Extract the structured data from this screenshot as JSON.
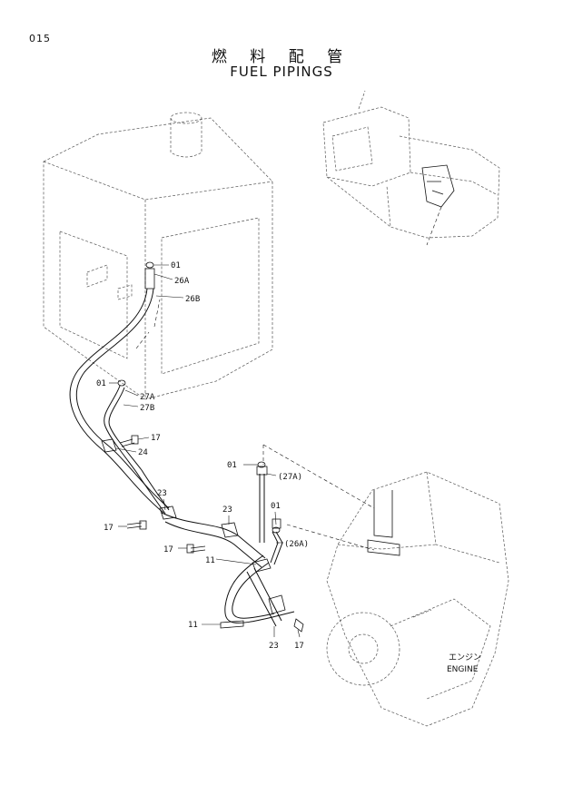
{
  "page_number": "015",
  "title_jp": "燃 料 配 管",
  "title_en": "FUEL PIPINGS",
  "engine_label_jp": "エンジン",
  "engine_label_en": "ENGINE",
  "callouts": {
    "c01a": "01",
    "c26a_top": "26A",
    "c26b": "26B",
    "c01b": "01",
    "c27a_left": "27A",
    "c27b": "27B",
    "c17a": "17",
    "c24": "24",
    "c01c": "01",
    "c27a_paren": "(27A)",
    "c23a": "23",
    "c23b": "23",
    "c01d": "01",
    "c17b": "17",
    "c26a_paren": "(26A)",
    "c17c": "17",
    "c11a": "11",
    "c11b": "11",
    "c17d": "17",
    "c23c": "23"
  }
}
